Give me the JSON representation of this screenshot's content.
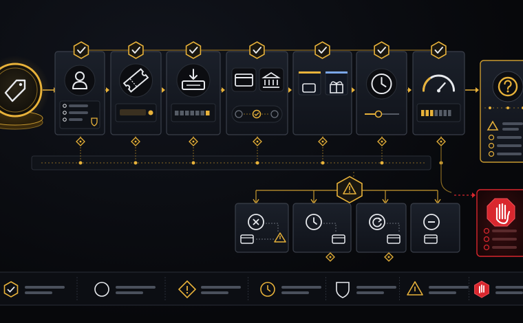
{
  "colors": {
    "gold": "#e8b23a",
    "gold_dim": "#8a6a22",
    "panel": "#161a22",
    "panel_border": "#3a3f4a",
    "red": "#d9272e",
    "red_dim": "#5a1518",
    "text_line": "#4a505c",
    "white": "#e8eaee"
  },
  "start_node": {
    "icon": "price-tag-icon"
  },
  "steps": [
    {
      "id": "identity",
      "icon": "user-icon",
      "widget": "form-list",
      "status": "check"
    },
    {
      "id": "coupon",
      "icon": "ticket-icon",
      "widget": "input-check",
      "status": "check"
    },
    {
      "id": "download",
      "icon": "download-tray-icon",
      "widget": "progress-segments",
      "status": "check"
    },
    {
      "id": "payment",
      "icon": "card-bank-icon",
      "widget": "option-toggle",
      "status": "check"
    },
    {
      "id": "wallet",
      "icon": "wallet-gift-icon",
      "widget": "dual-choice",
      "status": "check"
    },
    {
      "id": "timer",
      "icon": "clock-icon",
      "widget": "slider",
      "status": "check"
    },
    {
      "id": "gauge",
      "icon": "gauge-icon",
      "widget": "level-bars",
      "status": "check"
    }
  ],
  "end_node": {
    "icon": "question-icon",
    "widget": "warning-list"
  },
  "decision": {
    "icon": "warning-triangle-icon"
  },
  "branches": [
    {
      "id": "cancel",
      "icon": "x-circle-icon",
      "sub": "warning-triangle-icon"
    },
    {
      "id": "delay",
      "icon": "clock-icon",
      "sub": "none"
    },
    {
      "id": "retry",
      "icon": "refresh-icon",
      "sub": "none"
    },
    {
      "id": "remove",
      "icon": "minus-circle-icon",
      "sub": "none"
    }
  ],
  "blocked": {
    "icon": "stop-hand-icon"
  },
  "legend": [
    {
      "icon": "check-hex-icon"
    },
    {
      "icon": "circle-icon"
    },
    {
      "icon": "warning-diamond-icon"
    },
    {
      "icon": "clock-icon"
    },
    {
      "icon": "shield-icon"
    },
    {
      "icon": "warning-triangle-icon"
    },
    {
      "icon": "stop-hand-icon"
    }
  ]
}
